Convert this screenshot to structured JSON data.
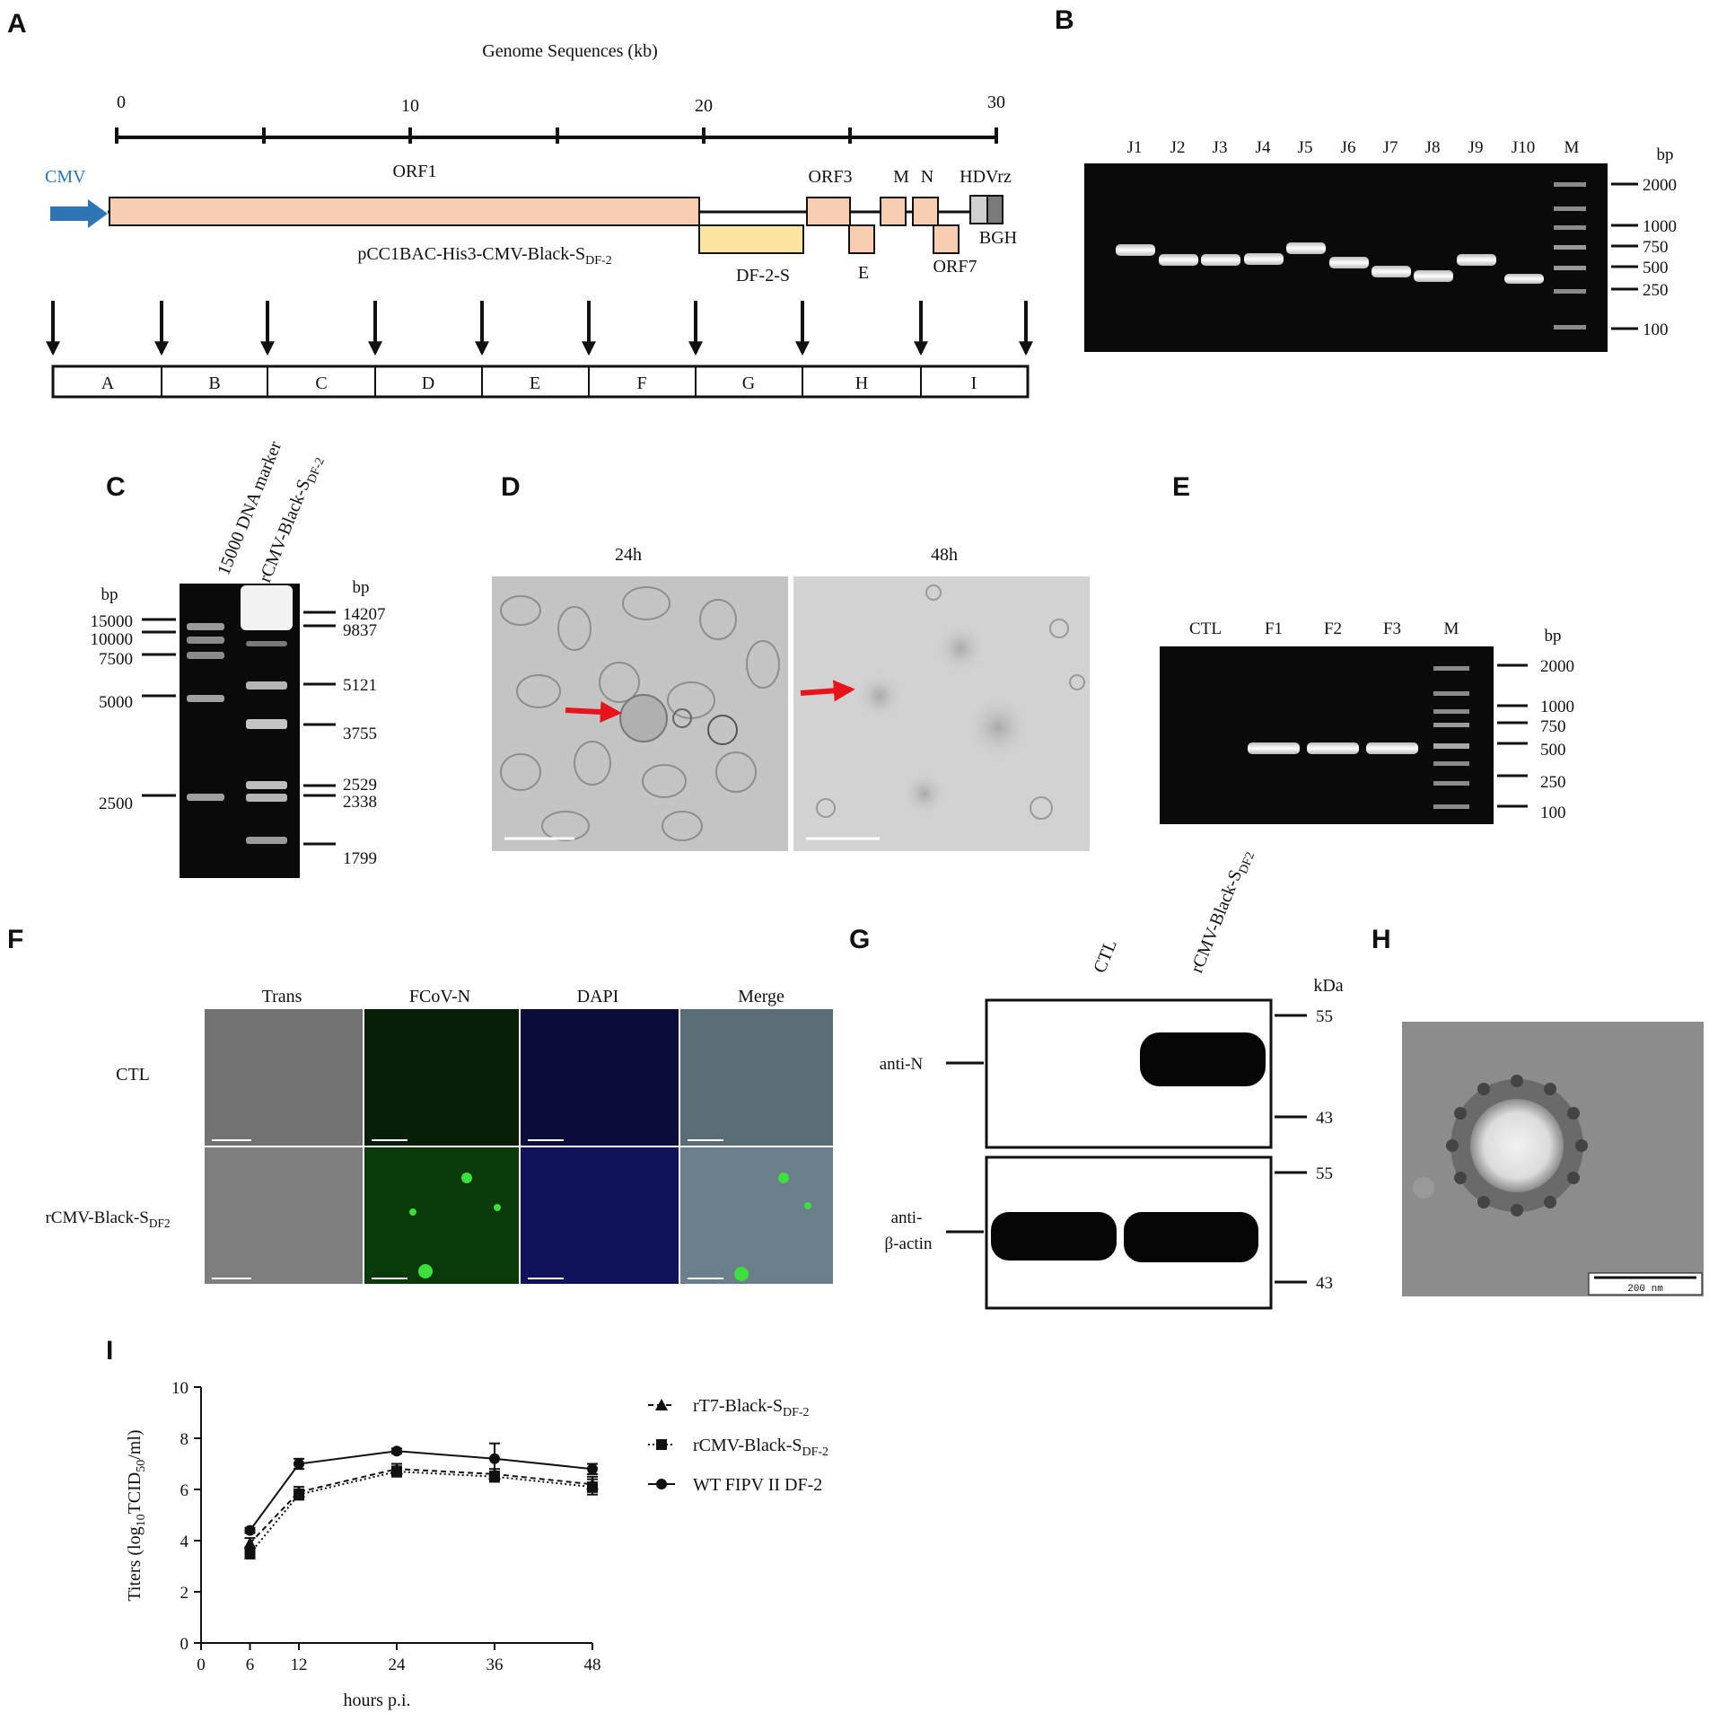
{
  "panel_labels": {
    "A": "A",
    "B": "B",
    "C": "C",
    "D": "D",
    "E": "E",
    "F": "F",
    "G": "G",
    "H": "H",
    "I": "I"
  },
  "panel_a": {
    "axis_title": "Genome Sequences (kb)",
    "ticks": [
      "0",
      "10",
      "20",
      "30"
    ],
    "promoter": "CMV",
    "construct_label": "pCC1BAC-His3-CMV-Black-S",
    "construct_sub": "DF-2",
    "genes": {
      "orf1": "ORF1",
      "orf3": "ORF3",
      "m": "M",
      "n": "N",
      "hdvrz": "HDVrz",
      "df2s": "DF-2-S",
      "e": "E",
      "orf7": "ORF7",
      "bgh": "BGH"
    },
    "fragments": [
      "A",
      "B",
      "C",
      "D",
      "E",
      "F",
      "G",
      "H",
      "I"
    ],
    "colors": {
      "orf": "#f9cdb1",
      "df2s": "#fbe4a0",
      "cmv": "#2e75b6",
      "hdv": "#d0d0d0",
      "bgh": "#7a7a7a"
    }
  },
  "panel_b": {
    "lanes": [
      "J1",
      "J2",
      "J3",
      "J4",
      "J5",
      "J6",
      "J7",
      "J8",
      "J9",
      "J10",
      "M"
    ],
    "unit": "bp",
    "markers": [
      "2000",
      "1000",
      "750",
      "500",
      "250",
      "100"
    ]
  },
  "panel_c": {
    "lane_labels": [
      "15000  DNA  marker",
      "rCMV-Black-S"
    ],
    "lane2_sub": "DF-2",
    "unit_left": "bp",
    "unit_right": "bp",
    "left_markers": [
      "15000",
      "10000",
      "7500",
      "5000",
      "2500"
    ],
    "right_markers": [
      "14207",
      "9837",
      "5121",
      "3755",
      "2529",
      "2338",
      "1799"
    ]
  },
  "panel_d": {
    "times": [
      "24h",
      "48h"
    ]
  },
  "panel_e": {
    "lanes": [
      "CTL",
      "F1",
      "F2",
      "F3",
      "M"
    ],
    "unit": "bp",
    "markers": [
      "2000",
      "1000",
      "750",
      "500",
      "250",
      "100"
    ]
  },
  "panel_f": {
    "columns": [
      "Trans",
      "FCoV-N",
      "DAPI",
      "Merge"
    ],
    "rows": [
      "CTL",
      "rCMV-Black-S"
    ],
    "row2_sub": "DF2"
  },
  "panel_g": {
    "lanes": [
      "CTL",
      "rCMV-Black-S"
    ],
    "lane2_sub": "DF2",
    "unit": "kDa",
    "blot1": {
      "label": "anti-N",
      "markers": [
        "55",
        "43"
      ]
    },
    "blot2": {
      "label_line1": "anti-",
      "label_line2": "β-actin",
      "markers": [
        "55",
        "43"
      ]
    }
  },
  "panel_h": {
    "scale_label": "200  nm"
  },
  "chart_data": {
    "type": "line",
    "xlabel": "hours p.i.",
    "ylabel": "Titers (log10TCID50/ml)",
    "x": [
      6,
      12,
      24,
      36,
      48
    ],
    "xticks": [
      "0",
      "6",
      "12",
      "24",
      "36",
      "48"
    ],
    "yticks": [
      "0",
      "2",
      "4",
      "6",
      "8",
      "10"
    ],
    "xlim": [
      0,
      48
    ],
    "ylim": [
      0,
      10
    ],
    "legend_position": "right",
    "series": [
      {
        "name": "rT7-Black-S",
        "sub": "DF-2",
        "values": [
          3.9,
          5.9,
          6.8,
          6.6,
          6.2
        ],
        "err": [
          0.2,
          0.2,
          0.2,
          0.2,
          0.3
        ],
        "marker": "triangle",
        "line": "dashed"
      },
      {
        "name": "rCMV-Black-S",
        "sub": "DF-2",
        "values": [
          3.5,
          5.8,
          6.7,
          6.5,
          6.1
        ],
        "err": [
          0.2,
          0.2,
          0.2,
          0.2,
          0.3
        ],
        "marker": "square",
        "line": "dotted"
      },
      {
        "name": "WT FIPV II DF-2",
        "sub": "",
        "values": [
          4.4,
          7.0,
          7.5,
          7.2,
          6.8
        ],
        "err": [
          0.1,
          0.2,
          0.1,
          0.6,
          0.2
        ],
        "marker": "circle",
        "line": "solid"
      }
    ]
  }
}
